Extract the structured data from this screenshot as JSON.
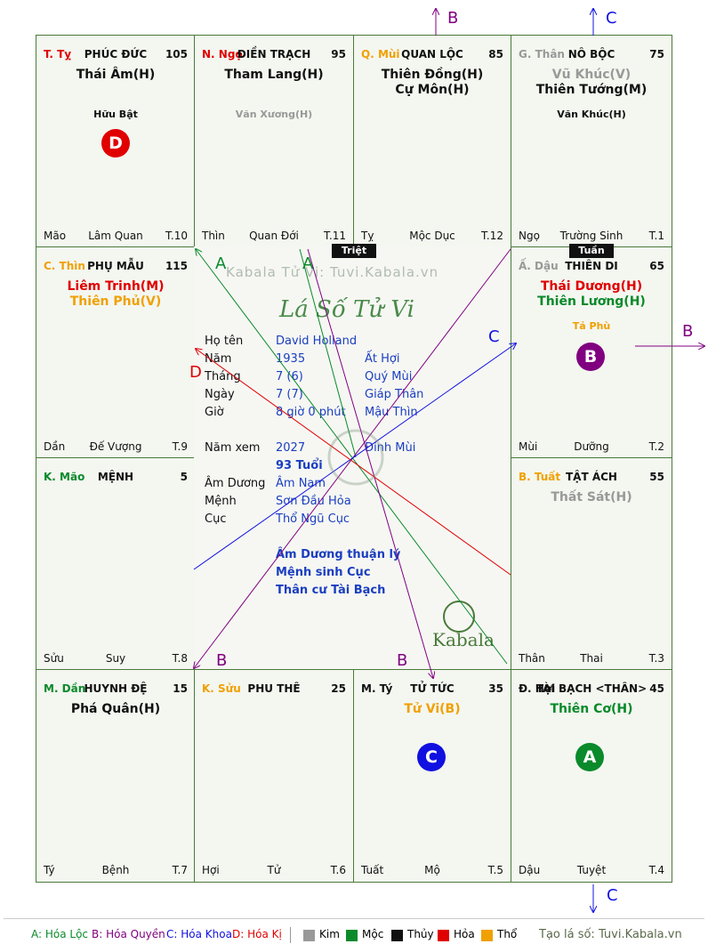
{
  "cells": [
    {
      "id": "ty",
      "branch": "T. Tỵ",
      "branch_color": "#e00000",
      "palace": "PHÚC ĐỨC",
      "num": "105",
      "stars": [
        {
          "t": "Thái Âm(H)",
          "c": "#111111"
        }
      ],
      "minor": [
        {
          "t": "Hữu Bật",
          "c": "#111111"
        }
      ],
      "ftr_l": "Mão",
      "ftr_c": "Lâm Quan",
      "ftr_r": "T.10"
    },
    {
      "id": "ngo",
      "branch": "N. Ngọ",
      "branch_color": "#e00000",
      "palace": "ĐIỀN TRẠCH",
      "num": "95",
      "stars": [
        {
          "t": "Tham Lang(H)",
          "c": "#111111"
        }
      ],
      "minor": [
        {
          "t": "Văn Xương(H)",
          "c": "#999999"
        }
      ],
      "ftr_l": "Thìn",
      "ftr_c": "Quan Đới",
      "ftr_r": "T.11"
    },
    {
      "id": "mui",
      "branch": "Q. Mùi",
      "branch_color": "#f0a000",
      "palace": "QUAN LỘC",
      "num": "85",
      "stars": [
        {
          "t": "Thiên Đồng(H)",
          "c": "#111111"
        },
        {
          "t": "Cự Môn(H)",
          "c": "#111111"
        }
      ],
      "minor": [],
      "ftr_l": "Tỵ",
      "ftr_c": "Mộc Dục",
      "ftr_r": "T.12"
    },
    {
      "id": "than",
      "branch": "G. Thân",
      "branch_color": "#999999",
      "palace": "NÔ BỘC",
      "num": "75",
      "stars": [
        {
          "t": "Vũ Khúc(V)",
          "c": "#999999"
        },
        {
          "t": "Thiên Tướng(M)",
          "c": "#111111"
        }
      ],
      "minor": [
        {
          "t": "Văn Khúc(H)",
          "c": "#111111"
        }
      ],
      "ftr_l": "Ngọ",
      "ftr_c": "Trường Sinh",
      "ftr_r": "T.1"
    },
    {
      "id": "thin",
      "branch": "C. Thìn",
      "branch_color": "#f0a000",
      "palace": "PHỤ MẪU",
      "num": "115",
      "stars": [
        {
          "t": "Liêm Trinh(M)",
          "c": "#e00000"
        },
        {
          "t": "Thiên Phủ(V)",
          "c": "#f0a000"
        }
      ],
      "minor": [],
      "ftr_l": "Dần",
      "ftr_c": "Đế Vượng",
      "ftr_r": "T.9"
    },
    {
      "id": "dau",
      "branch": "Ấ. Dậu",
      "branch_color": "#999999",
      "palace": "THIÊN DI",
      "num": "65",
      "stars": [
        {
          "t": "Thái Dương(H)",
          "c": "#e00000"
        },
        {
          "t": "Thiên Lương(H)",
          "c": "#0a8a2a"
        }
      ],
      "minor": [
        {
          "t": "Tả Phù",
          "c": "#f0a000"
        }
      ],
      "ftr_l": "Mùi",
      "ftr_c": "Dưỡng",
      "ftr_r": "T.2"
    },
    {
      "id": "mao",
      "branch": "K. Mão",
      "branch_color": "#0a8a2a",
      "palace": "MỆNH",
      "num": "5",
      "stars": [],
      "minor": [],
      "ftr_l": "Sửu",
      "ftr_c": "Suy",
      "ftr_r": "T.8"
    },
    {
      "id": "tuat",
      "branch": "B. Tuất",
      "branch_color": "#f0a000",
      "palace": "TẬT ÁCH",
      "num": "55",
      "stars": [
        {
          "t": "Thất Sát(H)",
          "c": "#999999"
        }
      ],
      "minor": [],
      "ftr_l": "Thân",
      "ftr_c": "Thai",
      "ftr_r": "T.3"
    },
    {
      "id": "dan",
      "branch": "M. Dần",
      "branch_color": "#0a8a2a",
      "palace": "HUYNH ĐỆ",
      "num": "15",
      "stars": [
        {
          "t": "Phá Quân(H)",
          "c": "#111111"
        }
      ],
      "minor": [],
      "ftr_l": "Tý",
      "ftr_c": "Bệnh",
      "ftr_r": "T.7"
    },
    {
      "id": "suu",
      "branch": "K. Sửu",
      "branch_color": "#f0a000",
      "palace": "PHU THÊ",
      "num": "25",
      "stars": [],
      "minor": [],
      "ftr_l": "Hợi",
      "ftr_c": "Tử",
      "ftr_r": "T.6"
    },
    {
      "id": "tyrat",
      "branch": "M. Tý",
      "branch_color": "#111111",
      "palace": "TỬ TỨC",
      "num": "35",
      "stars": [
        {
          "t": "Tử Vi(B)",
          "c": "#f0a000"
        }
      ],
      "minor": [],
      "ftr_l": "Tuất",
      "ftr_c": "Mộ",
      "ftr_r": "T.5"
    },
    {
      "id": "hoi",
      "branch": "Đ. Hợi",
      "branch_color": "#111111",
      "palace": "TÀI BẠCH <THÂN>",
      "num": "45",
      "stars": [
        {
          "t": "Thiên Cơ(H)",
          "c": "#0a8a2a"
        }
      ],
      "minor": [],
      "ftr_l": "Dậu",
      "ftr_c": "Tuyệt",
      "ftr_r": "T.4"
    }
  ],
  "badges": {
    "D": "D",
    "B": "B",
    "C": "C",
    "A": "A"
  },
  "tags": {
    "triet": "Triệt",
    "tuan": "Tuần"
  },
  "center": {
    "watermark": "Kabala Tử Vi: Tuvi.Kabala.vn",
    "title": "Lá Số Tử Vi",
    "rows": [
      {
        "l": "Họ tên",
        "v": "David Holland",
        "w": ""
      },
      {
        "l": "Năm",
        "v": "1935",
        "w": "Ất Hợi"
      },
      {
        "l": "Tháng",
        "v": "7  (6)",
        "w": "Quý Mùi"
      },
      {
        "l": "Ngày",
        "v": "7  (7)",
        "w": "Giáp Thân"
      },
      {
        "l": "Giờ",
        "v": "8 giờ 0 phút",
        "w": "Mậu Thìn"
      }
    ],
    "year_label": "Năm xem",
    "year_val": "2027",
    "year_can": "Đinh Mùi",
    "age": "93 Tuổi",
    "rows2": [
      {
        "l": "Âm Dương",
        "v": "Âm Nam"
      },
      {
        "l": "Mệnh",
        "v": "Sơn Đầu Hỏa"
      },
      {
        "l": "Cục",
        "v": "Thổ Ngũ Cục"
      }
    ],
    "notes": [
      "Âm Dương thuận lý",
      "Mệnh sinh Cục",
      "Thân cư Tài Bạch"
    ],
    "logo": "Kabala"
  },
  "arrows": {
    "A": "A",
    "B": "B",
    "C": "C",
    "D": "D"
  },
  "legend": {
    "a": "A: Hóa Lộc",
    "b": "B: Hóa Quyền",
    "c": "C: Hóa Khoa",
    "d": "D: Hóa Kị",
    "kim": "Kim",
    "moc": "Mộc",
    "thuy": "Thủy",
    "hoa": "Hỏa",
    "tho": "Thổ",
    "site": "Tạo lá số: Tuvi.Kabala.vn"
  },
  "colors": {
    "green": "#0a8a2a",
    "purple": "#800080",
    "blue": "#1010e0",
    "red": "#e00000",
    "gray": "#999999",
    "orange": "#f0a000",
    "black": "#111111"
  }
}
